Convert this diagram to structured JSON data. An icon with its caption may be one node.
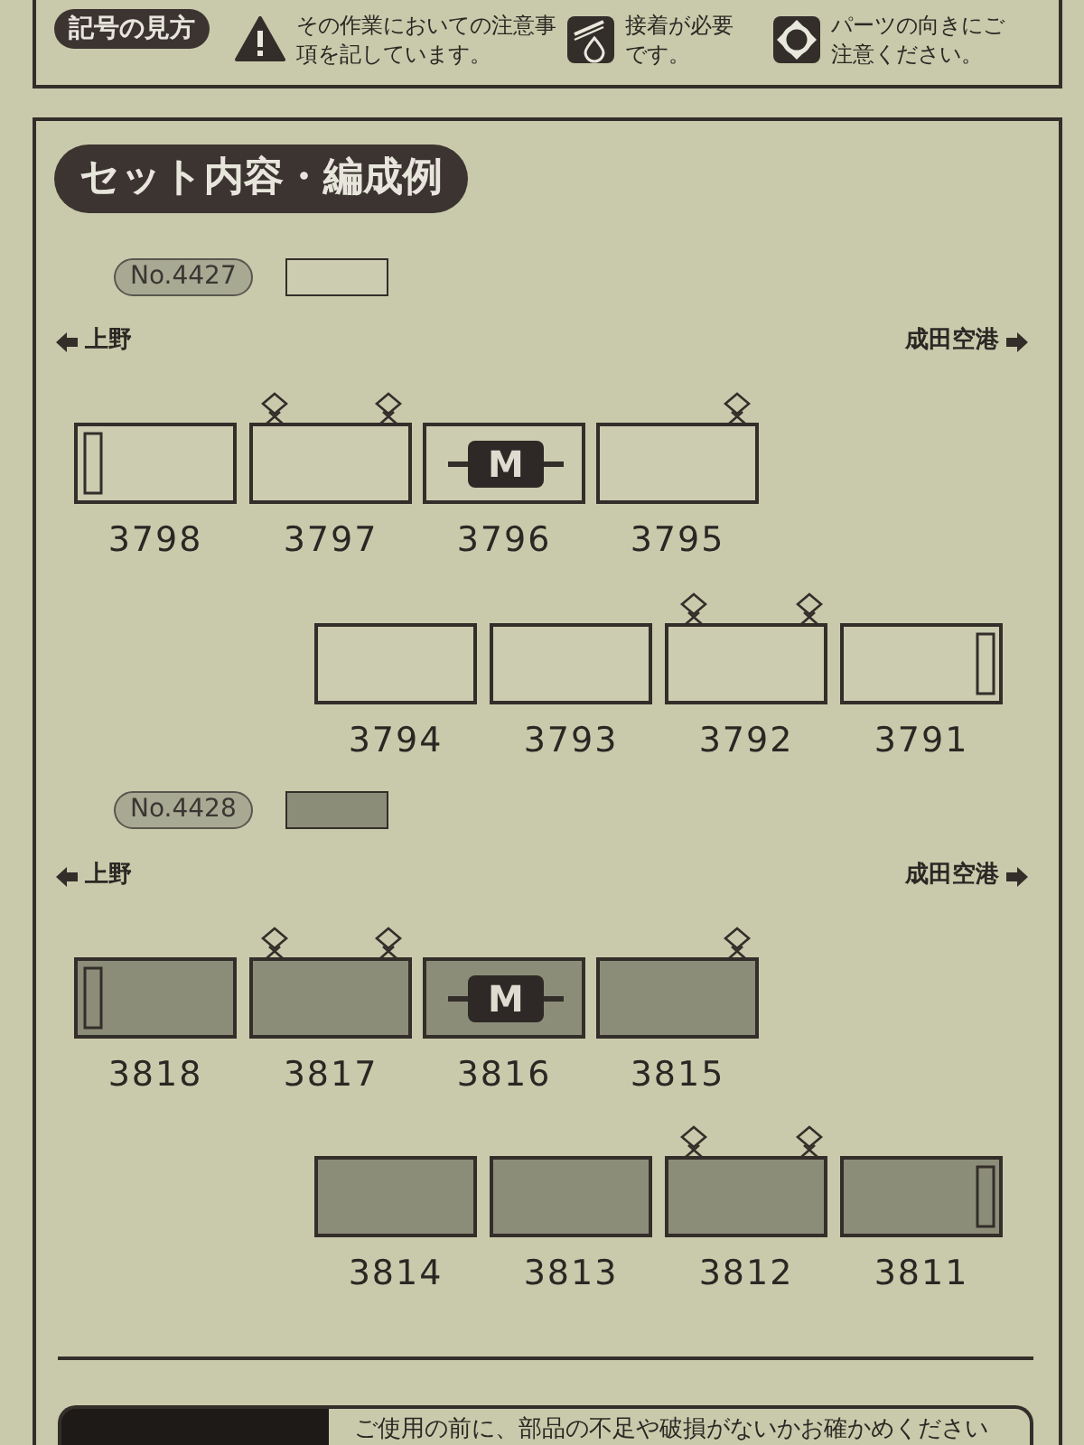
{
  "diagram": {
    "title": "セット内容・編成例",
    "nodes": [
      {
        "text": [],
        "shape": "box",
        "beside": [
          "3798"
        ]
      },
      {
        "text": [],
        "shape": "box",
        "beside": [
          "3797"
        ]
      },
      {
        "text": [],
        "shape": "box",
        "beside": [
          "3796"
        ]
      },
      {
        "text": [
          "M"
        ],
        "in": 2
      },
      {
        "text": [],
        "shape": "box",
        "beside": [
          "3795"
        ]
      },
      {
        "text": [],
        "shape": "box",
        "beside": [
          "3794"
        ]
      },
      {
        "text": [],
        "shape": "box",
        "beside": [
          "3793"
        ]
      },
      {
        "text": [],
        "shape": "box",
        "beside": [
          "3792"
        ]
      },
      {
        "text": [],
        "shape": "box",
        "beside": [
          "3791"
        ]
      },
      {
        "text": [],
        "shape": "box",
        "beside": [
          "3818"
        ]
      },
      {
        "text": [],
        "shape": "box",
        "beside": [
          "3817"
        ]
      },
      {
        "text": [],
        "shape": "box",
        "beside": [
          "3816"
        ]
      },
      {
        "text": [
          "M"
        ],
        "in": 11
      },
      {
        "text": [],
        "shape": "box",
        "beside": [
          "3815"
        ]
      },
      {
        "text": [],
        "shape": "box",
        "beside": [
          "3814"
        ]
      },
      {
        "text": [],
        "shape": "box",
        "beside": [
          "3813"
        ]
      },
      {
        "text": [],
        "shape": "box",
        "beside": [
          "3812"
        ]
      },
      {
        "text": [],
        "shape": "box",
        "beside": [
          "3811"
        ]
      }
    ],
    "labels": [
      "記号の見方",
      "その作業においての注意事項を記しています。",
      "接着が必要です。",
      "パーツの向きにご注意ください。",
      "上野",
      "成田空港",
      "上野",
      "成田空港",
      "ご使用の前に、部品の不足や破損がないかお確かめください"
    ],
    "legend": [
      {
        "text": "No.4427",
        "color": "#cbccb0"
      },
      {
        "text": "No.4428",
        "color": "#8c8d79"
      }
    ]
  }
}
